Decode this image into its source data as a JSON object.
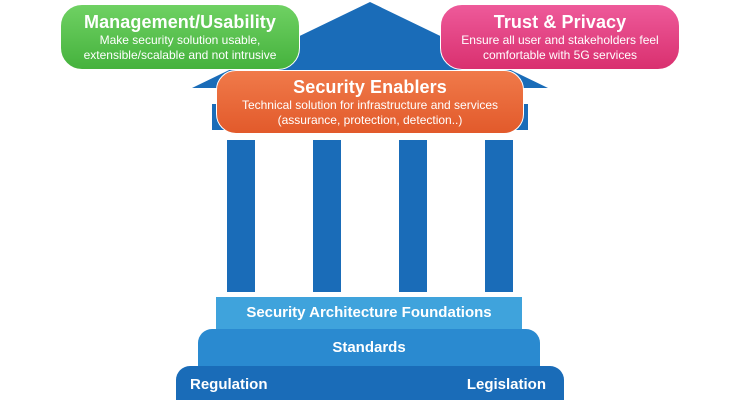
{
  "management": {
    "title": "Management/Usability",
    "line1": "Make security solution usable,",
    "line2": "extensible/scalable and not intrusive"
  },
  "trust": {
    "title": "Trust & Privacy",
    "line1": "Ensure all user and stakeholders feel",
    "line2": "comfortable with 5G services"
  },
  "enablers": {
    "title": "Security Enablers",
    "line1": "Technical solution for infrastructure and services",
    "line2": "(assurance, protection, detection..)"
  },
  "foundations": "Security Architecture Foundations",
  "standards": "Standards",
  "base": {
    "left": "Regulation",
    "right": "Legislation"
  },
  "colors": {
    "management": "#4cb944",
    "trust": "#e0397c",
    "enablers": "#e8633a",
    "temple_blue": "#1a6cb8",
    "foundations": "#3fa3dc",
    "standards": "#2a8ad0"
  }
}
